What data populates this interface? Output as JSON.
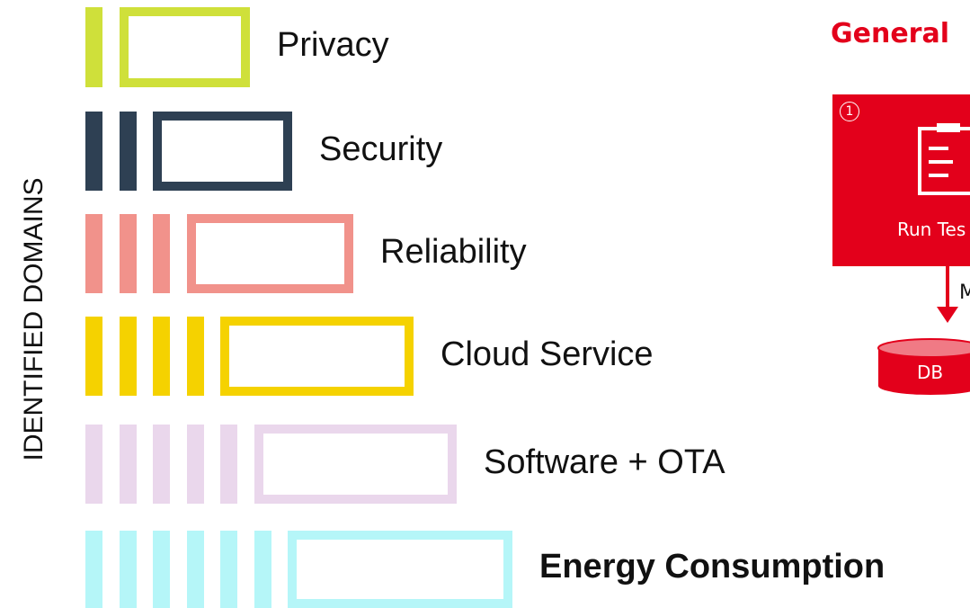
{
  "side_label": "IDENTIFIED DOMAINS",
  "domains": [
    {
      "label": "Privacy",
      "color": "#cfe03a",
      "bars": 1,
      "bold": false
    },
    {
      "label": "Security",
      "color": "#2e4053",
      "bars": 2,
      "bold": false
    },
    {
      "label": "Reliability",
      "color": "#f1928b",
      "bars": 3,
      "bold": false
    },
    {
      "label": "Cloud Service",
      "color": "#f5d200",
      "bars": 4,
      "bold": false
    },
    {
      "label": "Software + OTA",
      "color": "#ead7ec",
      "bars": 5,
      "bold": false
    },
    {
      "label": "Energy Consumption",
      "color": "#b5f6f8",
      "bars": 6,
      "bold": true
    }
  ],
  "general": {
    "title": "General",
    "step_number": "1",
    "run_label": "Run Tes",
    "arrow_label": "M",
    "db_label": "DB",
    "accent_color": "#e3001b"
  }
}
